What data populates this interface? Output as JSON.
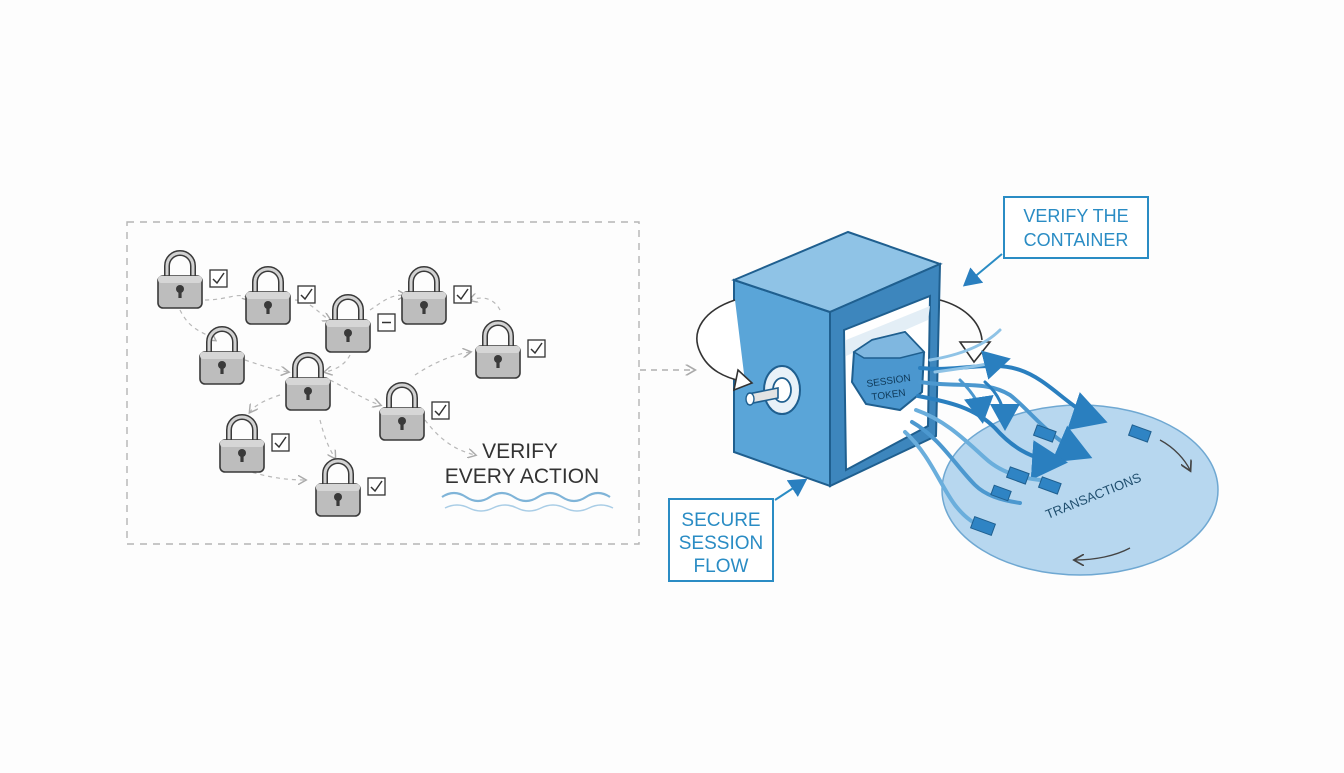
{
  "left_panel": {
    "caption_line1": "VERIFY",
    "caption_line2": "EVERY ACTION",
    "locks": [
      {
        "status": "check"
      },
      {
        "status": "check"
      },
      {
        "status": "dash"
      },
      {
        "status": "check"
      },
      {
        "status": "check"
      },
      {
        "status": "none"
      },
      {
        "status": "none"
      },
      {
        "status": "check"
      },
      {
        "status": "check"
      },
      {
        "status": "check"
      },
      {
        "status": "check"
      }
    ]
  },
  "container": {
    "token_line1": "SESSION",
    "token_line2": "TOKEN"
  },
  "callouts": {
    "verify_container_line1": "VERIFY THE",
    "verify_container_line2": "CONTAINER",
    "secure_flow_line1": "SECURE",
    "secure_flow_line2": "SESSION",
    "secure_flow_line3": "FLOW"
  },
  "pool": {
    "label": "TRANSACTIONS"
  },
  "colors": {
    "accent": "#2a8cc4",
    "box_front": "#5aa5d8",
    "box_side": "#3d86bd",
    "box_top": "#8fc3e6",
    "pool": "#b7d7ef",
    "lock_gray": "#bdbdbd",
    "ink": "#333333"
  }
}
